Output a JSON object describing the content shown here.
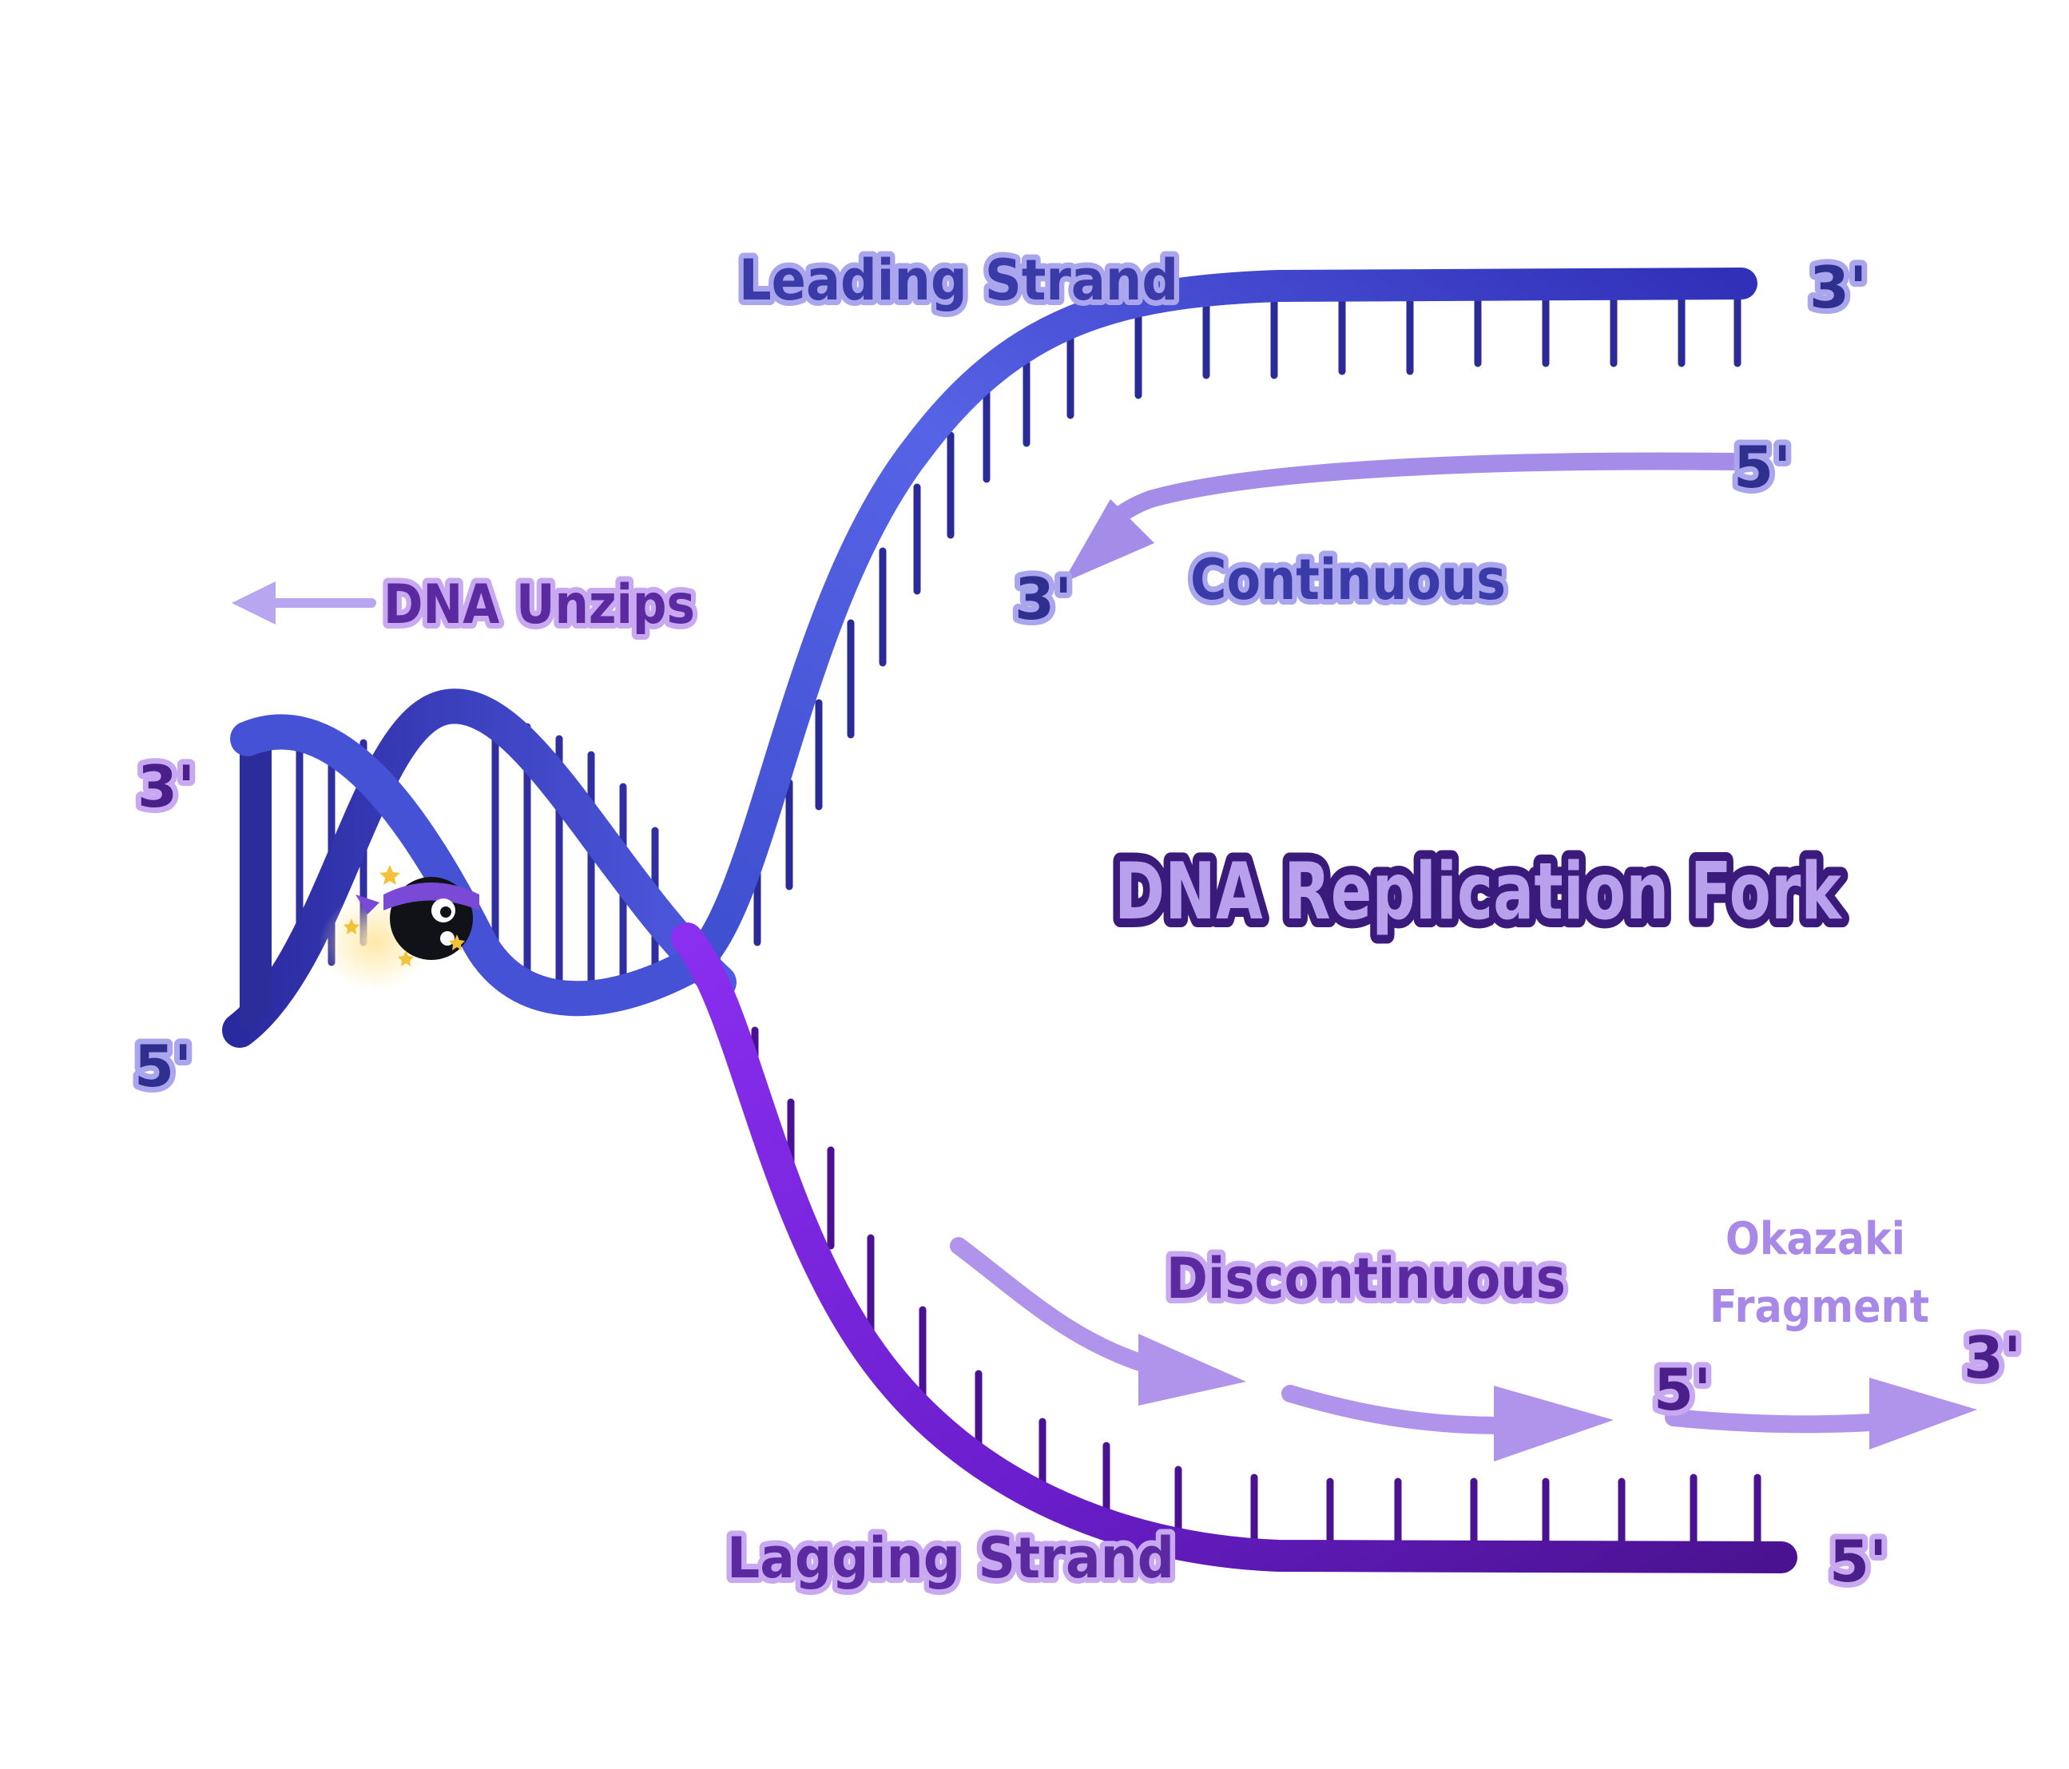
{
  "diagram": {
    "title": "DNA Replication Fork",
    "labels": {
      "leading_strand": "Leading Strand",
      "lagging_strand": "Lagging Strand",
      "continuous": "Continuous",
      "discontinuous": "Discontinuous",
      "dna_unzips": "DNA Unzips",
      "okazaki_line1": "Okazaki",
      "okazaki_line2": "Fragment"
    },
    "ends": {
      "parent_top": "3'",
      "parent_bottom": "5'",
      "leading_end": "3'",
      "continuous_start": "5'",
      "continuous_end": "3'",
      "lagging_end": "5'",
      "okazaki_start": "5'",
      "okazaki_end": "3'"
    },
    "colors": {
      "leading_strand": "#4a55d8",
      "lagging_strand": "#7a22e0",
      "arrow": "#a48de8",
      "arrow_light": "#b9a6f0",
      "label_blue": "#3a3aa8",
      "label_purple": "#5b2aa0"
    },
    "icons": [
      "ninja-mascot-icon",
      "star-icon"
    ]
  }
}
